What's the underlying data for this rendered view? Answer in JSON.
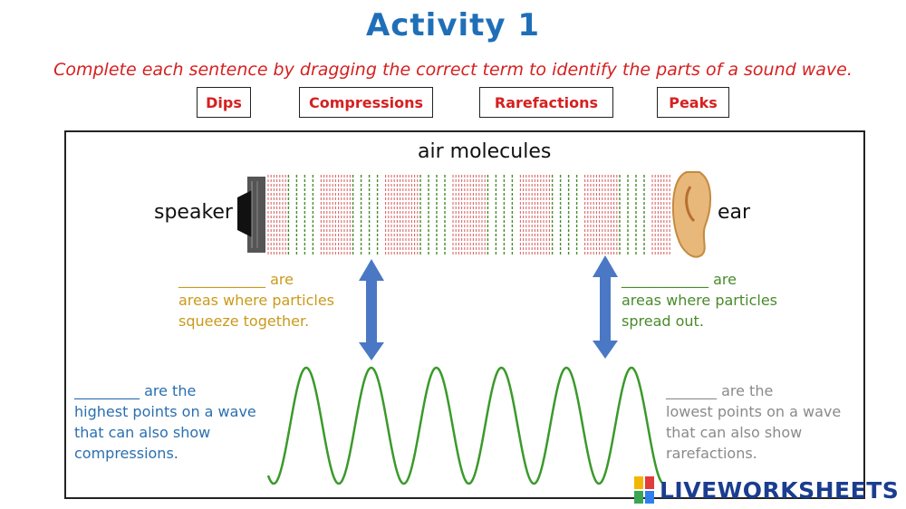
{
  "title": "Activity 1",
  "instruction": "Complete each sentence by dragging the correct term to identify the parts of a sound wave.",
  "terms": [
    "Dips",
    "Compressions",
    "Rarefactions",
    "Peaks"
  ],
  "diagram": {
    "air_molecules_label": "air molecules",
    "speaker_label": "speaker",
    "ear_label": "ear"
  },
  "sentences": {
    "compressions": {
      "blank": "____________",
      "after_blank": "are",
      "line2": "areas where particles",
      "line3": "squeeze together.",
      "color": "#c99a1a"
    },
    "rarefactions": {
      "blank": "____________",
      "after_blank": "are",
      "line2": "areas where particles",
      "line3": "spread out.",
      "color": "#4a8a2a"
    },
    "peaks": {
      "blank": "_________",
      "after_blank": "are the",
      "line2": "highest points on a wave",
      "line3": "that can also show",
      "line4": "compressions.",
      "color": "#2a6fb0"
    },
    "dips": {
      "blank": "_______",
      "after_blank": "are the",
      "line2": "lowest points on a wave",
      "line3": "that can also show",
      "line4": "rarefactions.",
      "color": "#8a8a8a"
    }
  },
  "branding": {
    "logo_text": "LIVEWORKSHEETS",
    "color": "#1a3d8f"
  }
}
